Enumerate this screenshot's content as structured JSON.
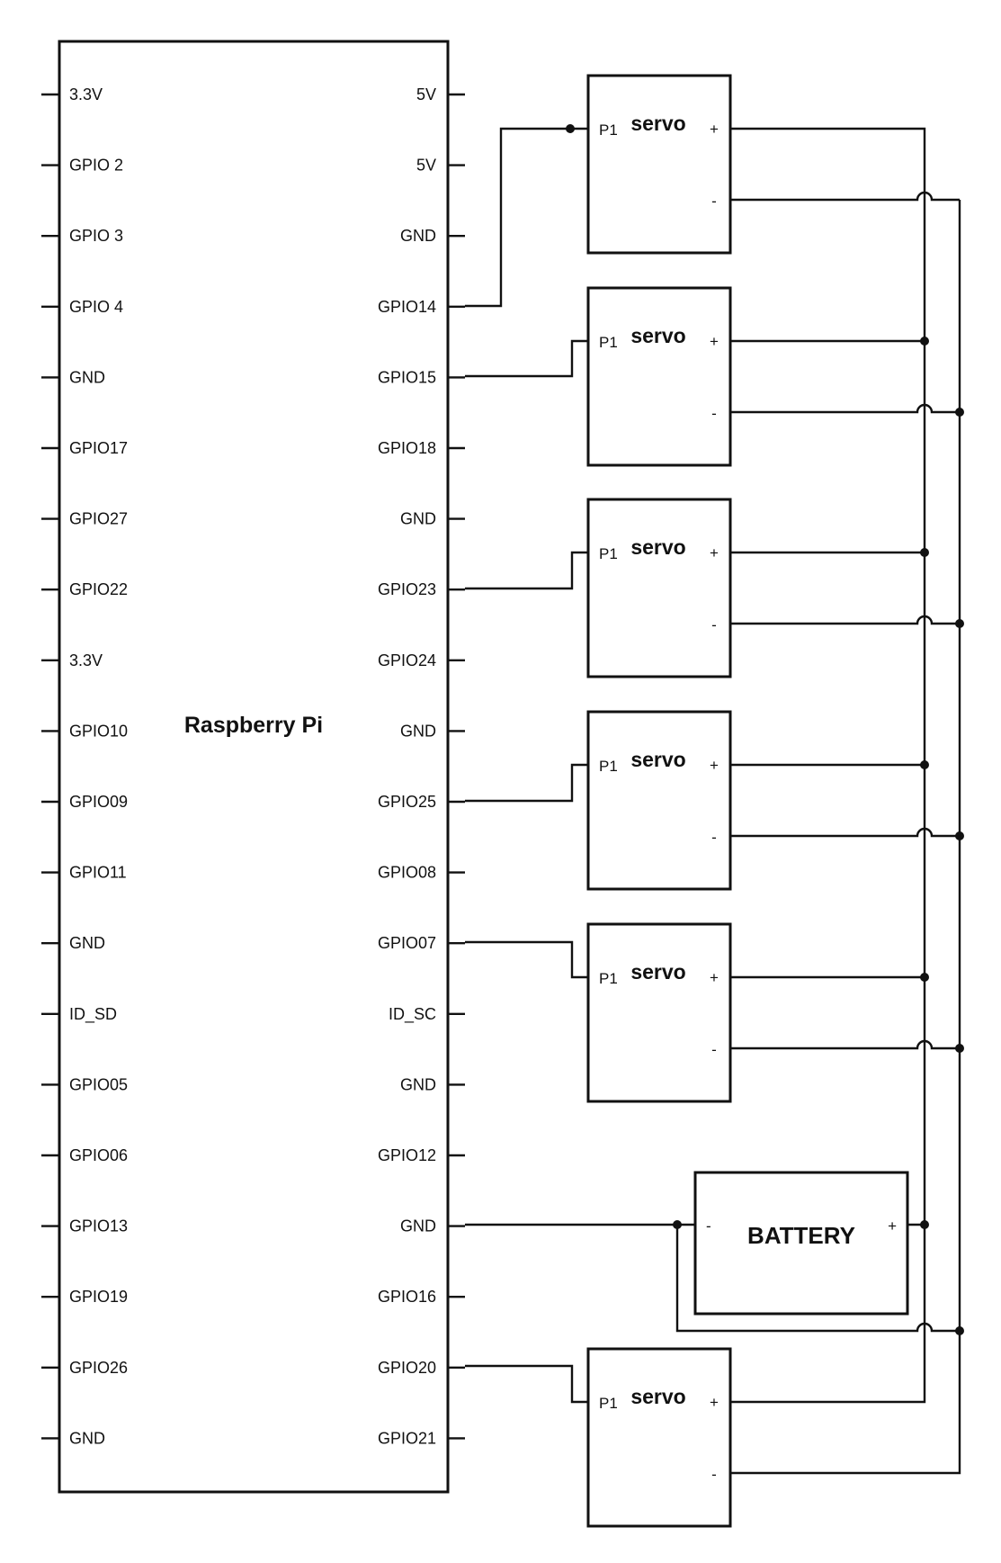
{
  "board": {
    "label": "Raspberry Pi",
    "left_pins": [
      "3.3V",
      "GPIO 2",
      "GPIO 3",
      "GPIO 4",
      "GND",
      "GPIO17",
      "GPIO27",
      "GPIO22",
      "3.3V",
      "GPIO10",
      "GPIO09",
      "GPIO11",
      "GND",
      "ID_SD",
      "GPIO05",
      "GPIO06",
      "GPIO13",
      "GPIO19",
      "GPIO26",
      "GND"
    ],
    "right_pins": [
      "5V",
      "5V",
      "GND",
      "GPIO14",
      "GPIO15",
      "GPIO18",
      "GND",
      "GPIO23",
      "GPIO24",
      "GND",
      "GPIO25",
      "GPIO08",
      "GPIO07",
      "ID_SC",
      "GND",
      "GPIO12",
      "GND",
      "GPIO16",
      "GPIO20",
      "GPIO21"
    ]
  },
  "servos": [
    {
      "title": "servo",
      "signal": "P1",
      "plus": "+",
      "minus": "-",
      "gpio": "GPIO14"
    },
    {
      "title": "servo",
      "signal": "P1",
      "plus": "+",
      "minus": "-",
      "gpio": "GPIO15"
    },
    {
      "title": "servo",
      "signal": "P1",
      "plus": "+",
      "minus": "-",
      "gpio": "GPIO23"
    },
    {
      "title": "servo",
      "signal": "P1",
      "plus": "+",
      "minus": "-",
      "gpio": "GPIO25"
    },
    {
      "title": "servo",
      "signal": "P1",
      "plus": "+",
      "minus": "-",
      "gpio": "GPIO07"
    },
    {
      "title": "servo",
      "signal": "P1",
      "plus": "+",
      "minus": "-",
      "gpio": "GPIO20"
    }
  ],
  "battery": {
    "label": "BATTERY",
    "minus": "-",
    "plus": "+",
    "ground": "GND"
  },
  "colors": {
    "line": "#111111",
    "background": "#ffffff"
  }
}
